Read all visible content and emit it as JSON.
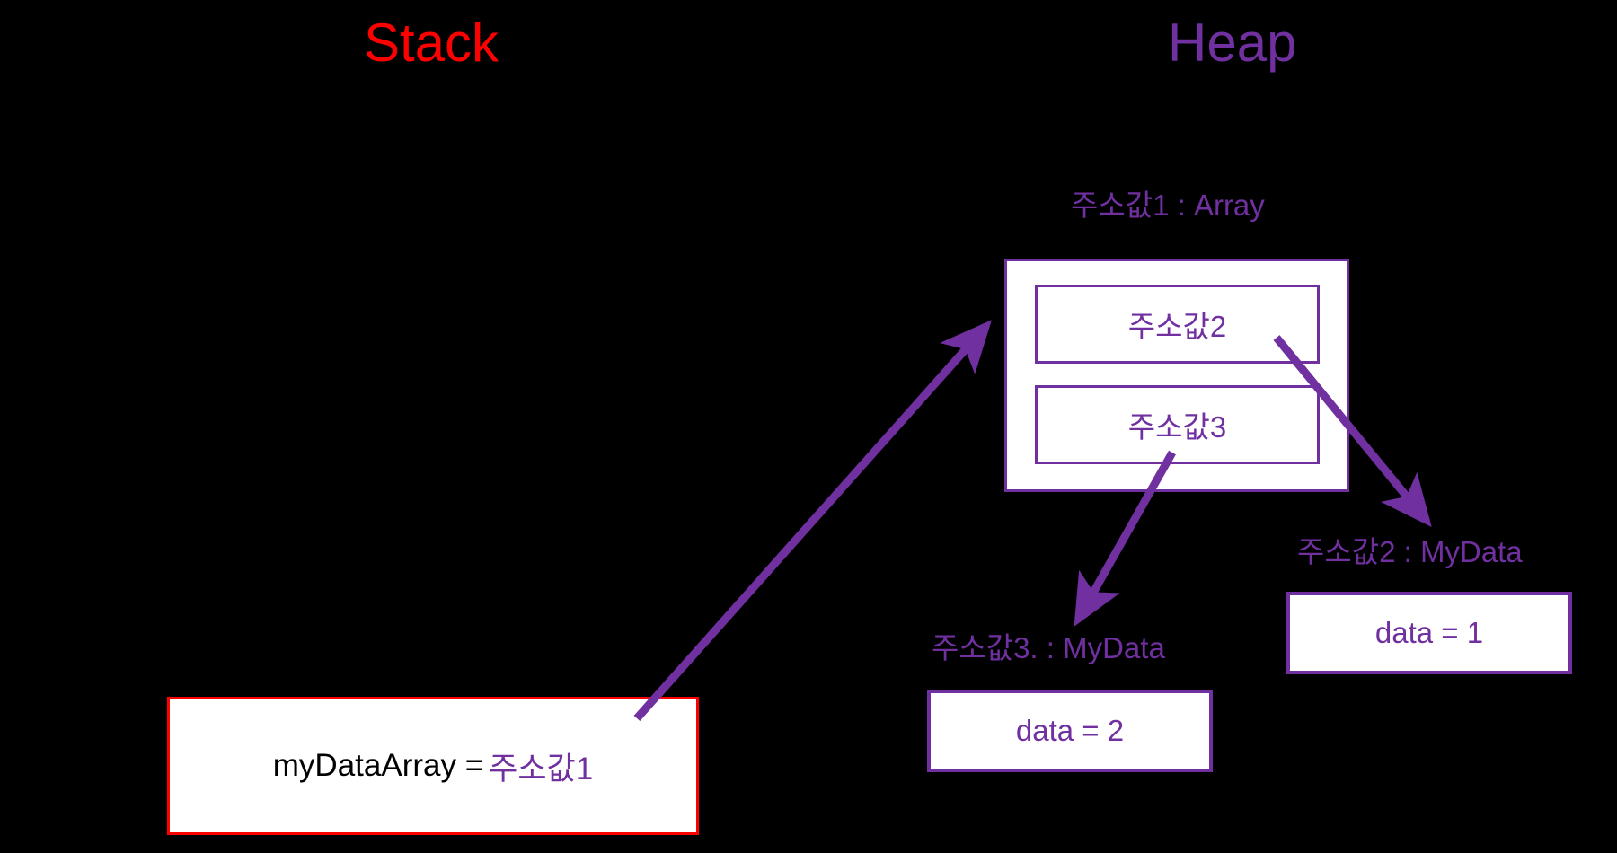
{
  "diagram": {
    "background_color": "#000000",
    "titles": {
      "stack": {
        "text": "Stack",
        "color": "#FF0000"
      },
      "heap": {
        "text": "Heap",
        "color": "#7030A0"
      }
    },
    "stack": {
      "frame_border_color": "#FF0000",
      "variable_label": "myDataArray  = ",
      "variable_value": "주소값1"
    },
    "heap": {
      "accent_color": "#7030A0",
      "array": {
        "caption": "주소값1 : Array",
        "cells": [
          {
            "value": "주소값2"
          },
          {
            "value": "주소값3"
          }
        ]
      },
      "objects": [
        {
          "caption": "주소값2 : MyData",
          "field": "data  =  1"
        },
        {
          "caption": "주소값3. : MyData",
          "field": "data  =  2"
        }
      ]
    },
    "arrows": [
      {
        "name": "stack-to-array",
        "from": "myDataArray",
        "to": "주소값1 : Array"
      },
      {
        "name": "array-cell0-to-mydata1",
        "from": "주소값2",
        "to": "주소값2 : MyData"
      },
      {
        "name": "array-cell1-to-mydata2",
        "from": "주소값3",
        "to": "주소값3. : MyData"
      }
    ]
  }
}
